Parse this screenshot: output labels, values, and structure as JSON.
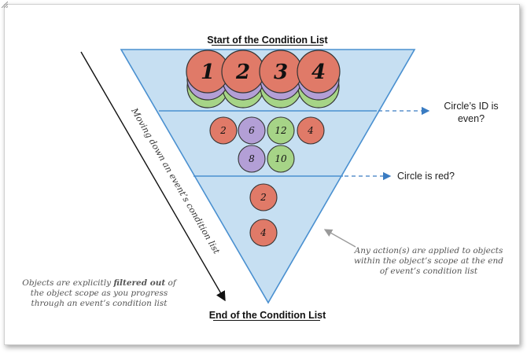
{
  "diagram": {
    "title_start": "Start of the Condition List",
    "title_end": "End of the Condition List",
    "conditions": [
      {
        "label_lines": [
          "Circle’s ID is",
          "even?"
        ]
      },
      {
        "label_lines": [
          "Circle is red?"
        ]
      }
    ],
    "side_label": "Moving down an event’s condition list",
    "note_left": {
      "line1_pre": "Objects are explicitly ",
      "line1_bold": "filtered out",
      "line1_post": " of",
      "line2": "the object scope as you progress",
      "line3": "through an event’s condition list"
    },
    "note_right": {
      "lines": [
        "Any action(s) are applied to objects",
        "within the object’s scope at the end",
        "of event’s condition list"
      ]
    },
    "stage1_circles": [
      "1",
      "2",
      "3",
      "4"
    ],
    "stage2_circles": [
      {
        "label": "2",
        "color": "red"
      },
      {
        "label": "6",
        "color": "purple"
      },
      {
        "label": "12",
        "color": "green"
      },
      {
        "label": "4",
        "color": "red"
      },
      {
        "label": "8",
        "color": "purple"
      },
      {
        "label": "10",
        "color": "green"
      }
    ],
    "stage3_circles": [
      {
        "label": "2",
        "color": "red"
      },
      {
        "label": "4",
        "color": "red"
      }
    ],
    "colors": {
      "funnel_fill": "#c6dff2",
      "funnel_stroke": "#4a90d0",
      "red": "#e07a68",
      "purple": "#b39fd6",
      "green": "#a6d487",
      "arrow_blue": "#3a7cc2"
    }
  }
}
